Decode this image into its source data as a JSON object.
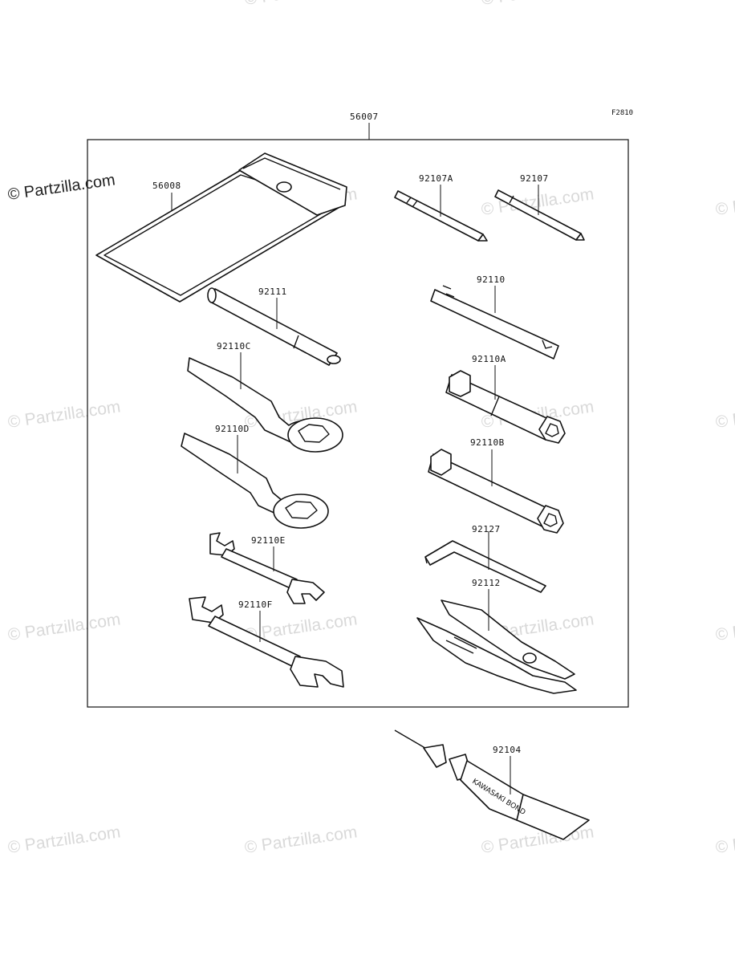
{
  "figure_code": "F2810",
  "kit_part_number": "56007",
  "watermark_text": "© Partzilla.com",
  "parts": [
    {
      "id": "56008"
    },
    {
      "id": "92107A"
    },
    {
      "id": "92107"
    },
    {
      "id": "92111"
    },
    {
      "id": "92110"
    },
    {
      "id": "92110C"
    },
    {
      "id": "92110A"
    },
    {
      "id": "92110D"
    },
    {
      "id": "92110B"
    },
    {
      "id": "92110E"
    },
    {
      "id": "92127"
    },
    {
      "id": "92112"
    },
    {
      "id": "92110F"
    },
    {
      "id": "92104"
    }
  ],
  "bond_tube_text": "KAWASAKI BOND",
  "icons": [
    "tool-pouch-icon",
    "screwdriver-bit-icon",
    "wrench-icon",
    "ring-spanner-icon",
    "box-spanner-icon",
    "hex-key-icon",
    "pliers-icon",
    "bond-tube-icon"
  ]
}
